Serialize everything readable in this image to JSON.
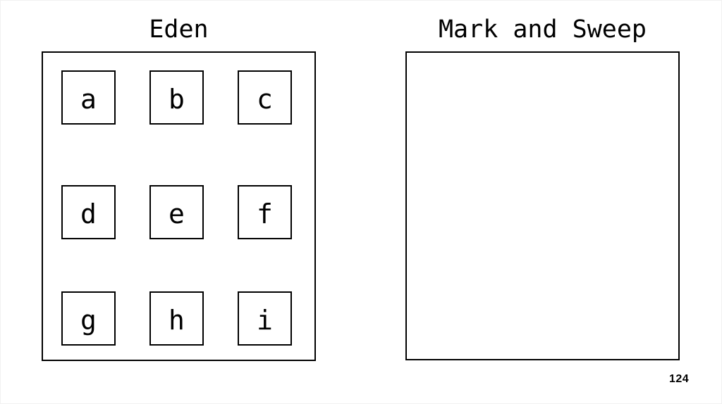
{
  "slide": {
    "page_number": "124",
    "background_color": "#ffffff",
    "line_color": "#000000",
    "text_color": "#000000"
  },
  "eden": {
    "title": "Eden",
    "cells": [
      "a",
      "b",
      "c",
      "d",
      "e",
      "f",
      "g",
      "h",
      "i"
    ]
  },
  "mark_and_sweep": {
    "title": "Mark and Sweep"
  }
}
